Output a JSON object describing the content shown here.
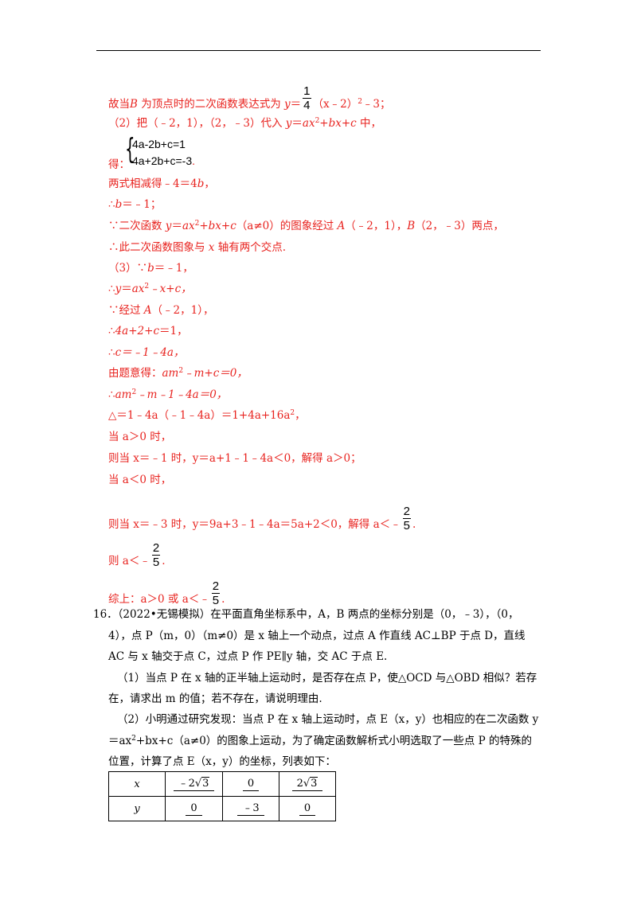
{
  "lines": {
    "l1_pre": "故当",
    "l1_B": "B",
    "l1_mid": " 为顶点时的二次函数表达式为 ",
    "l1_y": "y",
    "l1_eq": "＝",
    "l1_frac_num": "1",
    "l1_frac_den": "4",
    "l1_post": "（x﹣2）",
    "l1_exp": "2",
    "l1_end": "﹣3；",
    "l2_pre": "（2）把（﹣2，1），（2，﹣3）代入 ",
    "l2_y": "y",
    "l2_eq": "＝",
    "l2_ax": "ax",
    "l2_exp": "2",
    "l2_rest": "+bx+c",
    "l2_end": " 中，",
    "sys_1": "4a-2b+c=1",
    "sys_2": "4a+2b+c=-3",
    "l3_de": "得：",
    "l3_end": ".",
    "l4": "两式相减得﹣4＝4",
    "l4_b": "b",
    "l4_end": "，",
    "l5_pre": "∴",
    "l5_b": "b",
    "l5_end": "＝﹣1；",
    "l6_pre": "∵二次函数 ",
    "l6_y": "y",
    "l6_eq": "＝",
    "l6_ax": "ax",
    "l6_exp": "2",
    "l6_rest": "+bx+c",
    "l6_cond": "（a≠0）",
    "l6_post": "的图象经过 ",
    "l6_A": "A",
    "l6_pA": "（﹣2，1），",
    "l6_B": "B",
    "l6_pB": "（2，﹣3）两点，",
    "l7_pre": "∴此二次函数图象与 ",
    "l7_x": "x",
    "l7_end": " 轴有两个交点.",
    "l8_pre": "（3）∵",
    "l8_b": "b",
    "l8_end": "＝﹣1，",
    "l9_pre": "∴",
    "l9_y": "y",
    "l9_eq": "＝",
    "l9_ax": "ax",
    "l9_exp": "2",
    "l9_end": "﹣x+c，",
    "l10_pre": "∵经过 ",
    "l10_A": "A",
    "l10_end": "（﹣2，1），",
    "l11_pre": "∴",
    "l11_4a": "4a+2+c",
    "l11_end": "＝1，",
    "l12_pre": "∴",
    "l12_c": "c",
    "l12_end": "＝﹣1﹣4a，",
    "l13_pre": "由题意得：",
    "l13_am": "am",
    "l13_exp": "2",
    "l13_end": "﹣m+c＝0，",
    "l14_pre": "∴",
    "l14_am": "am",
    "l14_exp": "2",
    "l14_end": "﹣m﹣1﹣4a＝0，",
    "l15_pre": "△＝1﹣4a（﹣1﹣4a）＝1+4a+16a",
    "l15_exp": "2",
    "l15_end": "，",
    "l16": "当 a＞0 时，",
    "l17": "则当 x＝﹣1 时，y＝a+1﹣1﹣4a＜0，解得 a＞0；",
    "l18": "当 a＜0 时，",
    "l19_pre": "则当 x＝﹣3 时，y＝9a+3﹣1﹣4a＝5a+2＜0，解得 a＜﹣",
    "l19_num": "2",
    "l19_den": "5",
    "l19_end": ".",
    "l20_pre": "则 a＜﹣",
    "l20_num": "2",
    "l20_den": "5",
    "l20_end": ".",
    "l21_pre": "综上：a＞0 或 a＜﹣",
    "l21_num": "2",
    "l21_den": "5",
    "l21_end": "."
  },
  "problem": {
    "p1": "16．（2022•无锡模拟）在平面直角坐标系中，A，B 两点的坐标分别是（0，﹣3），（0，",
    "p2": "4），点 P（m，0）（m≠0）是 x 轴上一个动点，过点 A 作直线 AC⊥BP 于点 D，直线",
    "p3": "AC 与 x 轴交于点 C，过点 P 作 PE∥y 轴，交 AC 于点 E.",
    "p4": "（1）当点 P 在 x 轴的正半轴上运动时，是否存在点 P，使△OCD 与△OBD 相似？若存",
    "p5": "在，请求出 m 的值；若不存在，请说明理由.",
    "p6": "（2）小明通过研究发现：当点 P 在 x 轴上运动时，点 E（x，y）也相应的在二次函数 y",
    "p7_pre": "＝ax",
    "p7_exp": "2",
    "p7_post": "+bx+c（a≠0）的图象上运动，为了确定函数解析式小明选取了一些点 P 的特殊的",
    "p8": "位置，计算了点 E（x，y）的坐标，列表如下："
  },
  "table": {
    "row_x_label": "x",
    "row_y_label": "y",
    "x1_pre": "﹣2",
    "x1_rad": "3",
    "x2": "0",
    "x3_pre": "2",
    "x3_rad": "3",
    "y1": "0",
    "y2": "﹣3",
    "y3": "0"
  }
}
